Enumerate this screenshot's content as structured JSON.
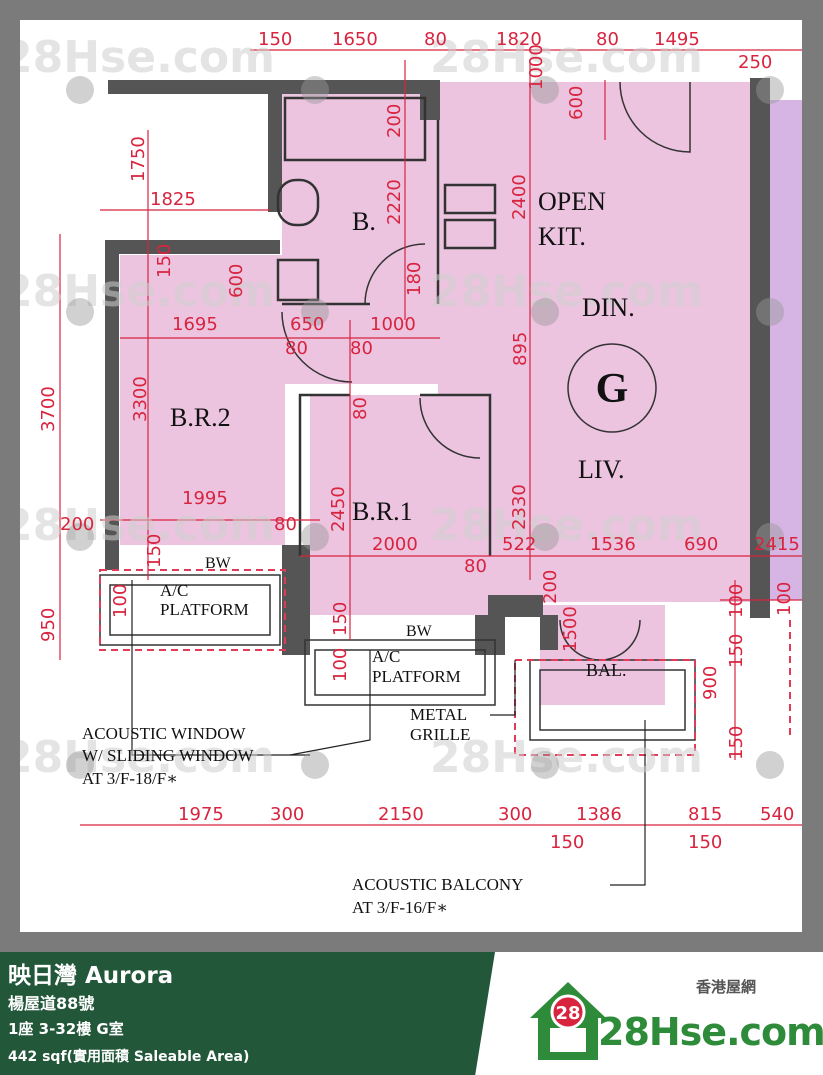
{
  "footer": {
    "title": "映日灣 Aurora",
    "address": "楊屋道88號",
    "unit": "1座 3-32樓 G室",
    "area": "442 sqf(實用面積 Saleable Area)"
  },
  "brand": {
    "cn_name": "香港屋網",
    "name": "28Hse.com",
    "badge": "28"
  },
  "watermark": {
    "text": "28Hse.com",
    "badge": "28"
  },
  "rooms": {
    "unit": "G",
    "open_kit_1": "OPEN",
    "open_kit_2": "KIT.",
    "din": "DIN.",
    "liv": "LIV.",
    "br1": "B.R.1",
    "br2": "B.R.2",
    "bath": "B.",
    "bal": "BAL.",
    "bw_1": "BW",
    "bw_2": "BW"
  },
  "notes": {
    "ac_1a": "A/C",
    "ac_1b": "PLATFORM",
    "ac_2a": "A/C",
    "ac_2b": "PLATFORM",
    "metal_1": "METAL",
    "metal_2": "GRILLE",
    "acoustic_window_1": "ACOUSTIC WINDOW",
    "acoustic_window_2": "W/ SLIDING WINDOW",
    "acoustic_window_3": "AT 3/F-18/F∗",
    "acoustic_balcony_1": "ACOUSTIC BALCONY",
    "acoustic_balcony_2": "AT 3/F-16/F∗"
  },
  "dims": {
    "top_150": "150",
    "top_1650": "1650",
    "top_80": "80",
    "top_1820": "1820",
    "top_80b": "80",
    "top_1495": "1495",
    "top_250": "250",
    "v_1750": "1750",
    "v_1825": "1825",
    "v_200": "200",
    "v_2220": "2220",
    "v_1000": "1000",
    "v_2400": "2400",
    "v_600": "600",
    "v_150": "150",
    "v_600b": "600",
    "v_180": "180",
    "d_1695": "1695",
    "d_650": "650",
    "d_1000": "1000",
    "d_80": "80",
    "d_80b": "80",
    "v_3700": "3700",
    "v_3300": "3300",
    "v_895": "895",
    "v_80": "80",
    "d_1995": "1995",
    "d_200": "200",
    "d_80c": "80",
    "v_2450": "2450",
    "v_2330": "2330",
    "d_2000": "2000",
    "d_522": "522",
    "d_1536": "1536",
    "d_690": "690",
    "d_2415": "2415",
    "d_80d": "80",
    "v_200b": "200",
    "v_100": "100",
    "v_100b": "100",
    "v_150b": "150",
    "v_150c": "150",
    "v_950": "950",
    "v_100c": "100",
    "v_1500": "1500",
    "v_150d": "150",
    "v_900": "900",
    "v_150e": "150",
    "v_100d": "100",
    "b_1975": "1975",
    "b_300": "300",
    "b_2150": "2150",
    "b_300b": "300",
    "b_1386": "1386",
    "b_815": "815",
    "b_540": "540",
    "b_150": "150",
    "b_150b": "150"
  }
}
